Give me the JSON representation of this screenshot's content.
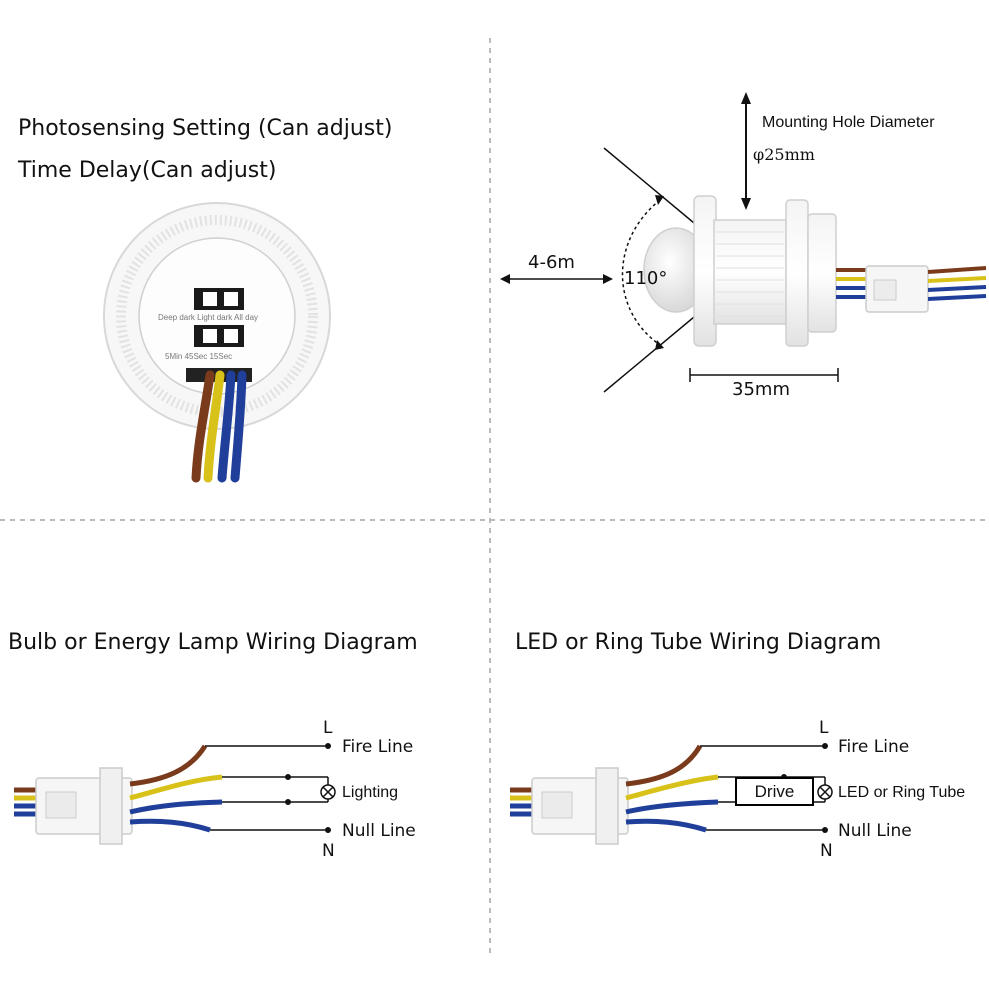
{
  "top_left": {
    "title_line1": "Photosensing Setting (Can adjust)",
    "title_line2": "Time Delay(Can adjust)",
    "photo_scale_label": "Deep dark Light dark All day",
    "time_scale_label": "5Min 45Sec 15Sec"
  },
  "top_right": {
    "mounting_label": "Mounting Hole Diameter",
    "diameter_value": "φ25mm",
    "range_label": "4-6m",
    "angle_label": "110°",
    "length_label": "35mm"
  },
  "bottom_left": {
    "title": "Bulb or Energy Lamp Wiring Diagram",
    "l_label": "L",
    "fire_line": "Fire Line",
    "load_label": "Lighting",
    "null_line": "Null Line",
    "n_label": "N"
  },
  "bottom_right": {
    "title": "LED or Ring Tube Wiring Diagram",
    "l_label": "L",
    "fire_line": "Fire Line",
    "drive_label": "Drive",
    "load_label": "LED or Ring Tube",
    "null_line": "Null Line",
    "n_label": "N"
  },
  "colors": {
    "brown_wire": "#7a3b1c",
    "yellow_wire": "#d8c21a",
    "blue_wire": "#1f3f9a",
    "divider": "#bbbbbb"
  }
}
